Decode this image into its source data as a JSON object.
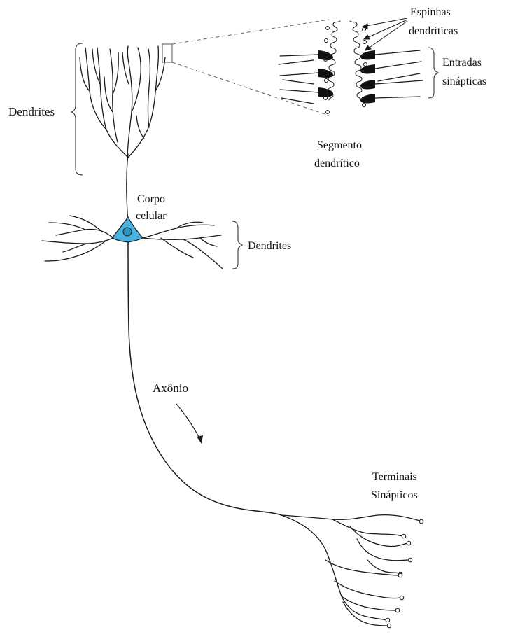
{
  "colors": {
    "soma_fill": "#4ab3e0",
    "line": "#1a1a1a",
    "background": "#ffffff"
  },
  "labels": {
    "dendrites_top": "Dendrites",
    "spines_line1": "Espinhas",
    "spines_line2": "dendríticas",
    "inputs_line1": "Entradas",
    "inputs_line2": "sinápticas",
    "segment_line1": "Segmento",
    "segment_line2": "dendrítico",
    "cell_body_line1": "Corpo",
    "cell_body_line2": "celular",
    "dendrites_basal": "Dendrites",
    "axon": "Axônio",
    "terminals_line1": "Terminais",
    "terminals_line2": "Sinápticos"
  }
}
